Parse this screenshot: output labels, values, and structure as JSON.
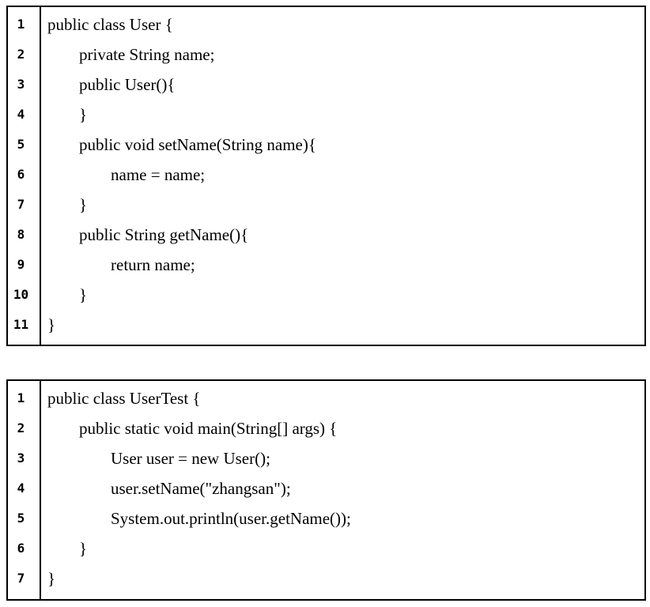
{
  "page": {
    "background": "#ffffff",
    "border_color": "#000000",
    "text_color": "#000000"
  },
  "blocks": [
    {
      "lines": [
        {
          "no": "1",
          "indent": 0,
          "code": "public class User {"
        },
        {
          "no": "2",
          "indent": 1,
          "code": "private String name;"
        },
        {
          "no": "3",
          "indent": 1,
          "code": "public User(){"
        },
        {
          "no": "4",
          "indent": 1,
          "code": "}"
        },
        {
          "no": "5",
          "indent": 1,
          "code": "public void setName(String name){"
        },
        {
          "no": "6",
          "indent": 2,
          "code": "name = name;"
        },
        {
          "no": "7",
          "indent": 1,
          "code": "}"
        },
        {
          "no": "8",
          "indent": 1,
          "code": "public String getName(){"
        },
        {
          "no": "9",
          "indent": 2,
          "code": "return name;"
        },
        {
          "no": "10",
          "indent": 1,
          "code": "}"
        },
        {
          "no": "11",
          "indent": 0,
          "code": "}"
        }
      ]
    },
    {
      "lines": [
        {
          "no": "1",
          "indent": 0,
          "code": "public class UserTest {"
        },
        {
          "no": "2",
          "indent": 1,
          "code": "public static void main(String[] args) {"
        },
        {
          "no": "3",
          "indent": 2,
          "code": "User user = new User();"
        },
        {
          "no": "4",
          "indent": 2,
          "code": "user.setName(\"zhangsan\");"
        },
        {
          "no": "5",
          "indent": 2,
          "code": "System.out.println(user.getName());"
        },
        {
          "no": "6",
          "indent": 1,
          "code": "}"
        },
        {
          "no": "7",
          "indent": 0,
          "code": "}"
        }
      ]
    }
  ]
}
